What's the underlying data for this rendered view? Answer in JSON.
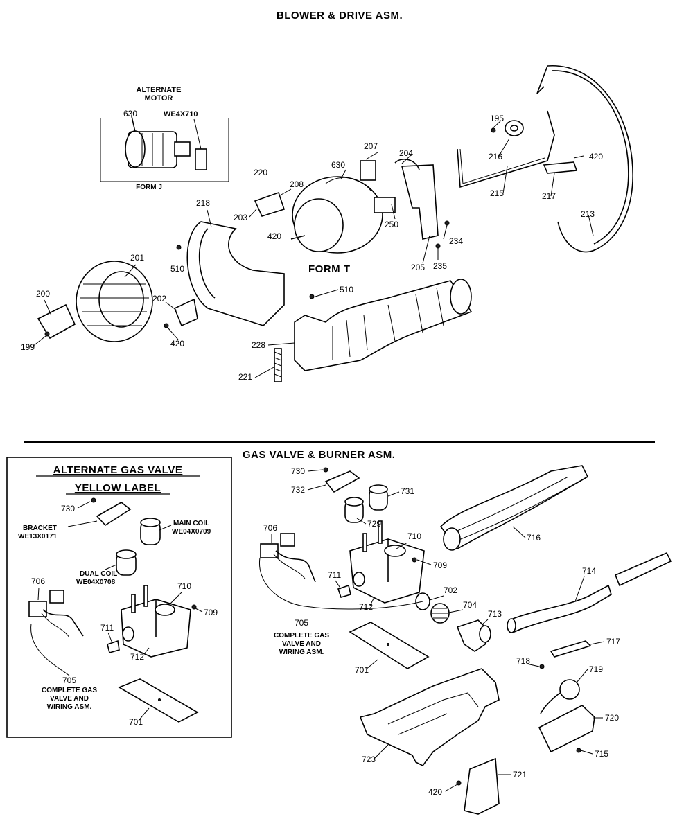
{
  "titles": {
    "blower": "BLOWER & DRIVE ASM.",
    "gas": "GAS VALVE & BURNER ASM."
  },
  "alt_motor": {
    "heading_1": "ALTERNATE",
    "heading_2": "MOTOR",
    "part_motor": "630",
    "part_number": "WE4X710",
    "form": "FORM J"
  },
  "form_t": "FORM T",
  "alt_gas_valve": {
    "heading_1": "ALTERNATE GAS VALVE",
    "heading_2": "YELLOW LABEL",
    "bracket_1": "BRACKET",
    "bracket_2": "WE13X0171",
    "main_coil_1": "MAIN COIL",
    "main_coil_2": "WE04X0709",
    "dual_coil_1": "DUAL COIL",
    "dual_coil_2": "WE04X0708",
    "complete_1": "COMPLETE GAS",
    "complete_2": "VALVE AND",
    "complete_3": "WIRING ASM."
  },
  "main_complete": {
    "line_1": "COMPLETE GAS",
    "line_2": "VALVE AND",
    "line_3": "WIRING ASM."
  },
  "callouts": {
    "c630a": "630",
    "c195": "195",
    "c207": "207",
    "c204": "204",
    "c216": "216",
    "c420a": "420",
    "c220": "220",
    "c208": "208",
    "c630b": "630",
    "c203": "203",
    "c420b": "420",
    "c250": "250",
    "c215": "215",
    "c217": "217",
    "c213": "213",
    "c218": "218",
    "c510a": "510",
    "c234": "234",
    "c205": "205",
    "c235": "235",
    "c201": "201",
    "c510b": "510",
    "c200": "200",
    "c202": "202",
    "c199": "199",
    "c420c": "420",
    "c228": "228",
    "c221": "221",
    "g730a": "730",
    "g706a": "706",
    "g710a": "710",
    "g709a": "709",
    "g711a": "711",
    "g712a": "712",
    "g705a": "705",
    "g701a": "701",
    "g730b": "730",
    "g732": "732",
    "g731": "731",
    "g729": "729",
    "g706b": "706",
    "g710b": "710",
    "g709b": "709",
    "g711b": "711",
    "g702": "702",
    "g712b": "712",
    "g704": "704",
    "g713": "713",
    "g705b": "705",
    "g701b": "701",
    "g716": "716",
    "g714": "714",
    "g717": "717",
    "g718": "718",
    "g719": "719",
    "g720": "720",
    "g715": "715",
    "g723": "723",
    "g721": "721",
    "g420": "420"
  }
}
